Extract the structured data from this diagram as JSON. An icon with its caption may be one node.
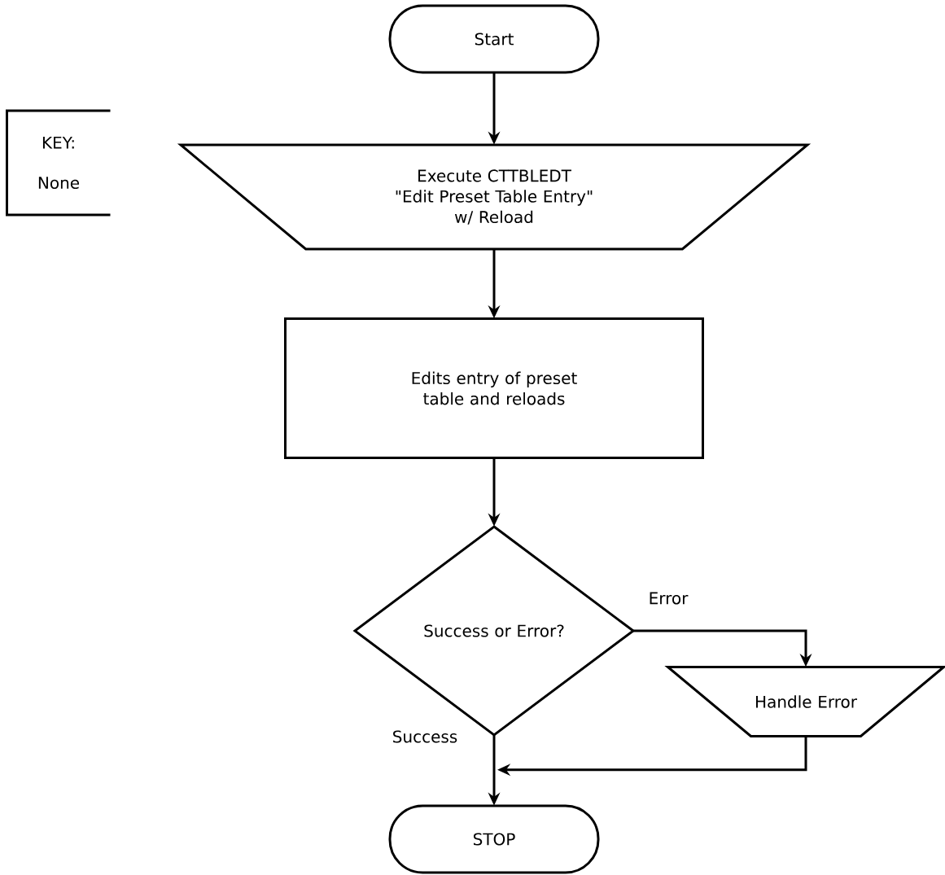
{
  "diagram": {
    "nodes": [
      {
        "text": [
          "Start"
        ]
      },
      {
        "text": [
          "KEY:",
          "None"
        ]
      },
      {
        "text": [
          "Execute CTTBLEDT",
          "\"Edit Preset Table Entry\"",
          "w/ Reload"
        ]
      },
      {
        "text": [
          "Edits entry of preset table and reloads"
        ]
      },
      {
        "text": [
          "Success or Error?"
        ]
      },
      {
        "text": [
          "Handle Error"
        ]
      },
      {
        "text": [
          "STOP"
        ]
      }
    ],
    "edges": [
      {
        "from": 0,
        "to": 2,
        "arrow": "to"
      },
      {
        "from": 2,
        "to": 3,
        "arrow": "to"
      },
      {
        "from": 3,
        "to": 4,
        "arrow": "to"
      },
      {
        "from": 4,
        "to": 5,
        "arrow": "to",
        "label": "Error"
      },
      {
        "from": 4,
        "to": 6,
        "arrow": "to",
        "label": "Success"
      },
      {
        "from": 5,
        "to": 6,
        "arrow": "to"
      }
    ]
  }
}
